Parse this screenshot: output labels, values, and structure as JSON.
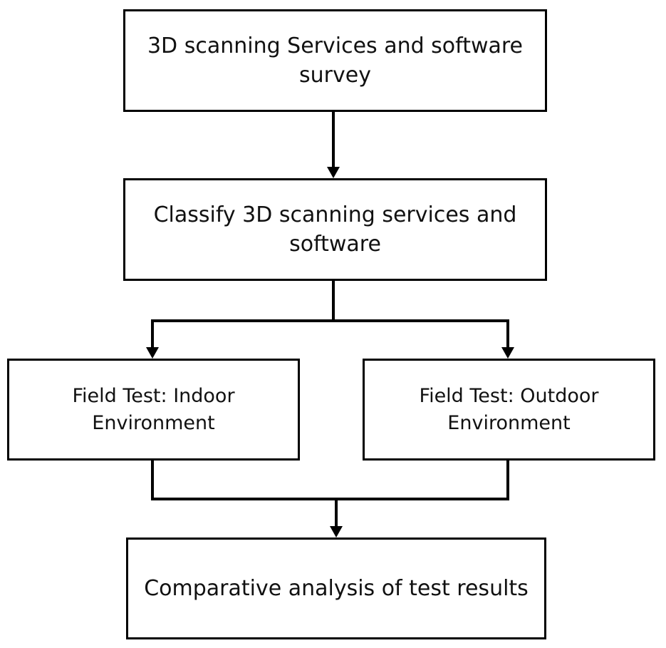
{
  "diagram": {
    "nodes": {
      "survey": {
        "label": "3D scanning Services and software survey"
      },
      "classify": {
        "label": "Classify 3D scanning services and software"
      },
      "indoor": {
        "label": "Field Test: Indoor Environment"
      },
      "outdoor": {
        "label": "Field Test: Outdoor Environment"
      },
      "analysis": {
        "label": "Comparative analysis of test results"
      }
    },
    "edges": [
      {
        "from": "survey",
        "to": "classify"
      },
      {
        "from": "classify",
        "to": "indoor"
      },
      {
        "from": "classify",
        "to": "outdoor"
      },
      {
        "from": "indoor",
        "to": "analysis"
      },
      {
        "from": "outdoor",
        "to": "analysis"
      }
    ]
  }
}
